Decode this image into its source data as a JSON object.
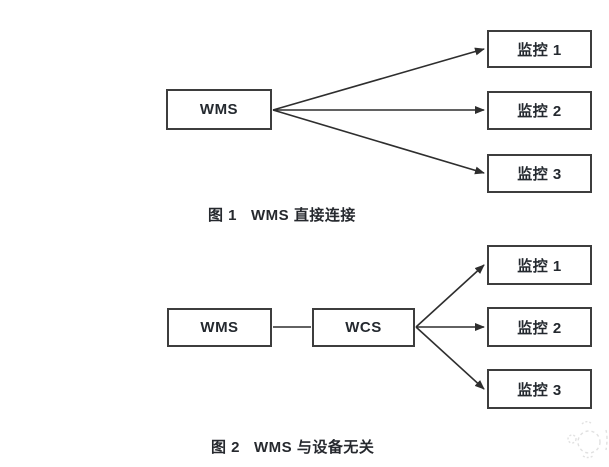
{
  "figure1": {
    "source": {
      "label": "WMS"
    },
    "targets": [
      {
        "label": "监控 1"
      },
      {
        "label": "监控 2"
      },
      {
        "label": "监控 3"
      }
    ],
    "caption": "图 1   WMS 直接连接"
  },
  "figure2": {
    "source": {
      "label": "WMS"
    },
    "intermediate": {
      "label": "WCS"
    },
    "targets": [
      {
        "label": "监控 1"
      },
      {
        "label": "监控 2"
      },
      {
        "label": "监控 3"
      }
    ],
    "caption": "图 2   WMS 与设备无关"
  },
  "colors": {
    "box_border": "#3d3d3d",
    "connector_stroke": "#2e2e2e",
    "text": "#24292f",
    "background": "#ffffff",
    "watermark": "#c9c9c9"
  }
}
